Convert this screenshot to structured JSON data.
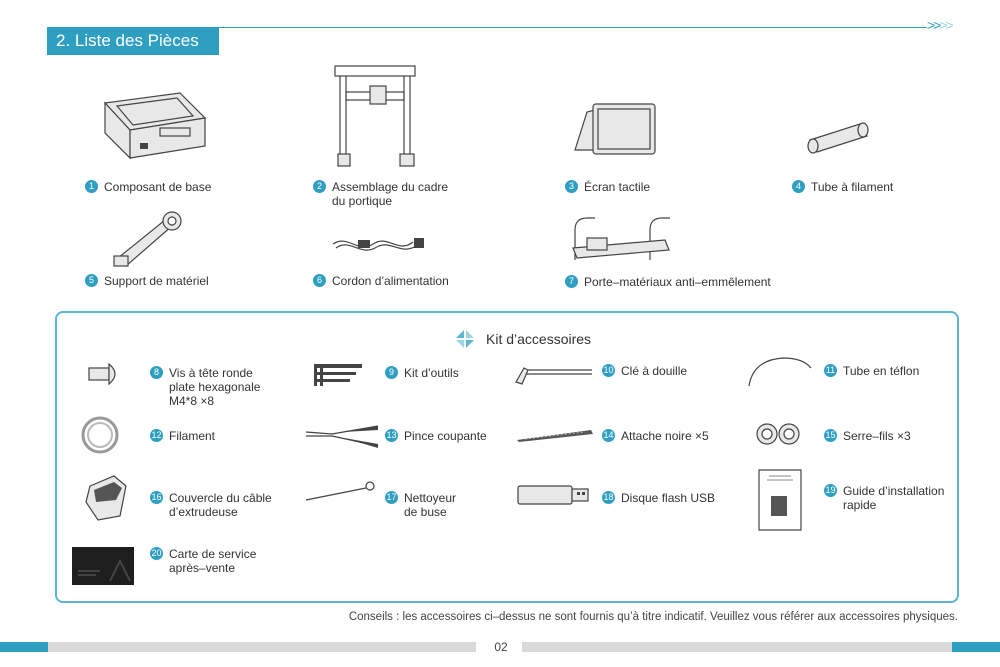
{
  "section": {
    "title": "2. Liste des Pièces"
  },
  "parts": [
    {
      "num": "1",
      "label": "Composant de base"
    },
    {
      "num": "2",
      "label": "Assemblage du cadre du portique"
    },
    {
      "num": "3",
      "label": "Écran tactile"
    },
    {
      "num": "4",
      "label": "Tube à filament"
    },
    {
      "num": "5",
      "label": "Support de matériel"
    },
    {
      "num": "6",
      "label": "Cordon d’alimentation"
    },
    {
      "num": "7",
      "label": "Porte–matériaux anti–emmêlement"
    }
  ],
  "kit": {
    "title": "Kit d’accessoires",
    "items": [
      {
        "num": "8",
        "label": "Vis à tête ronde plate hexagonale M4*8 ×8"
      },
      {
        "num": "9",
        "label": "Kit d’outils"
      },
      {
        "num": "10",
        "label": "Clé à douille"
      },
      {
        "num": "11",
        "label": "Tube en téflon"
      },
      {
        "num": "12",
        "label": "Filament"
      },
      {
        "num": "13",
        "label": "Pince coupante"
      },
      {
        "num": "14",
        "label": "Attache noire ×5"
      },
      {
        "num": "15",
        "label": "Serre–fils ×3"
      },
      {
        "num": "16",
        "label": "Couvercle du câble d’extrudeuse"
      },
      {
        "num": "17",
        "label": "Nettoyeur de buse"
      },
      {
        "num": "18",
        "label": "Disque flash USB"
      },
      {
        "num": "19",
        "label": "Guide d’installation rapide"
      },
      {
        "num": "20",
        "label": "Carte de service après–vente"
      }
    ]
  },
  "note": "Conseils : les accessoires ci–dessus ne sont fournis qu’à titre indicatif. Veuillez vous référer aux accessoires physiques.",
  "page_number": "02",
  "colors": {
    "accent": "#2f9fc1",
    "accent_light": "#5bb7d3",
    "footer_gray": "#d9d9d9"
  }
}
